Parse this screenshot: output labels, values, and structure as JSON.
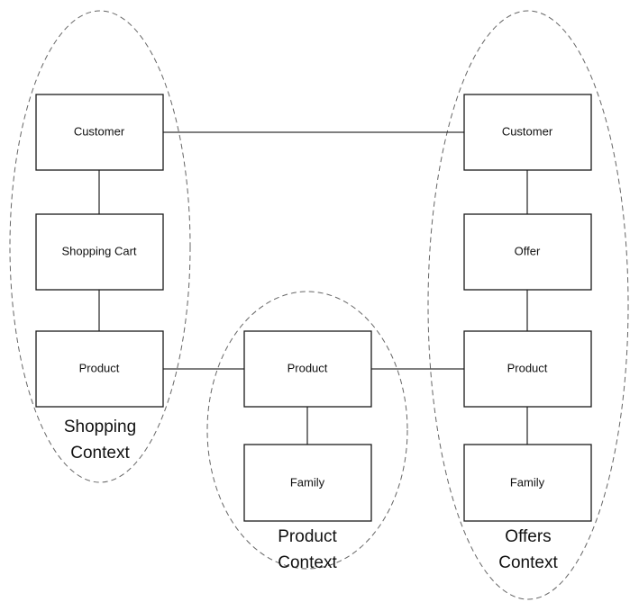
{
  "contexts": [
    {
      "id": "shopping",
      "label_lines": [
        "Shopping",
        "Context"
      ]
    },
    {
      "id": "product",
      "label_lines": [
        "Product",
        "Context"
      ]
    },
    {
      "id": "offers",
      "label_lines": [
        "Offers",
        "Context"
      ]
    }
  ],
  "entities": [
    {
      "id": "s-customer",
      "label": "Customer",
      "context": "shopping"
    },
    {
      "id": "s-cart",
      "label": "Shopping Cart",
      "context": "shopping"
    },
    {
      "id": "s-product",
      "label": "Product",
      "context": "shopping"
    },
    {
      "id": "p-product",
      "label": "Product",
      "context": "product"
    },
    {
      "id": "p-family",
      "label": "Family",
      "context": "product"
    },
    {
      "id": "o-customer",
      "label": "Customer",
      "context": "offers"
    },
    {
      "id": "o-offer",
      "label": "Offer",
      "context": "offers"
    },
    {
      "id": "o-product",
      "label": "Product",
      "context": "offers"
    },
    {
      "id": "o-family",
      "label": "Family",
      "context": "offers"
    }
  ],
  "relationships": [
    {
      "from": "s-customer",
      "to": "s-cart"
    },
    {
      "from": "s-cart",
      "to": "s-product"
    },
    {
      "from": "s-customer",
      "to": "o-customer"
    },
    {
      "from": "s-product",
      "to": "p-product"
    },
    {
      "from": "p-product",
      "to": "o-product"
    },
    {
      "from": "p-product",
      "to": "p-family"
    },
    {
      "from": "o-customer",
      "to": "o-offer"
    },
    {
      "from": "o-offer",
      "to": "o-product"
    },
    {
      "from": "o-product",
      "to": "o-family"
    }
  ]
}
